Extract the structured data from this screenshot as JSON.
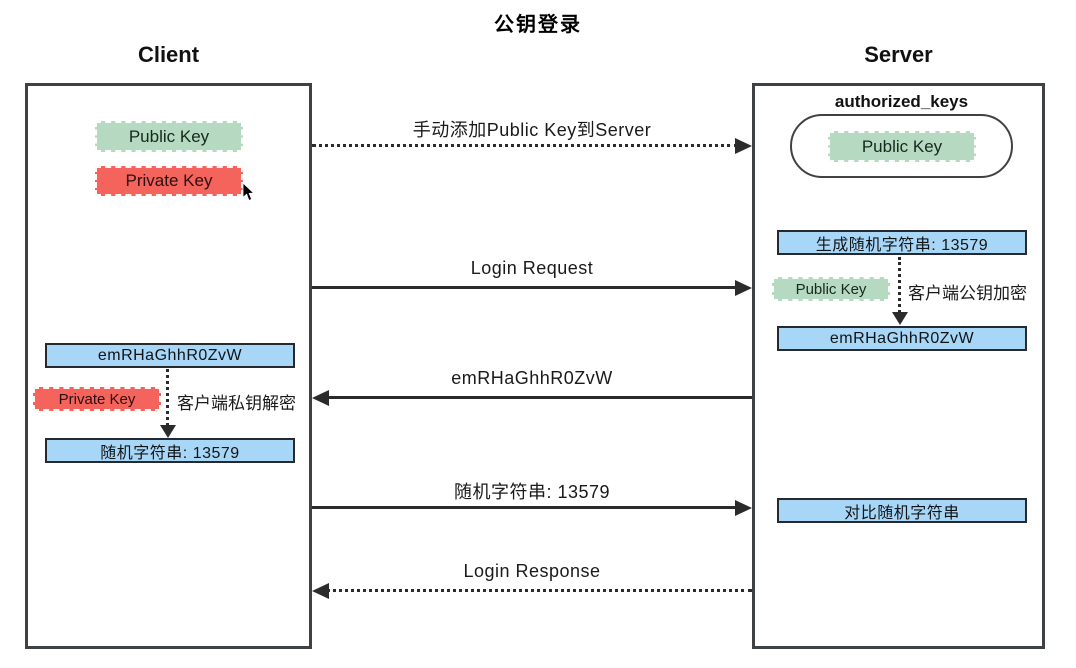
{
  "colors": {
    "green": "#b5dac1",
    "red": "#f4635c",
    "blue": "#a8d6f7",
    "line": "#2b2b2b",
    "box-border": "#3f4245"
  },
  "diagram": {
    "title": "公钥登录"
  },
  "client": {
    "heading": "Client",
    "public_key_label": "Public Key",
    "private_key_label": "Private Key",
    "received_cipher_text": "emRHaGhhR0ZvW",
    "decrypt_key_label": "Private Key",
    "decrypt_note": "客户端私钥解密",
    "decrypted_text": "随机字符串: 13579"
  },
  "server": {
    "heading": "Server",
    "authorized_keys_title": "authorized_keys",
    "stored_public_key_label": "Public Key",
    "generate_random_text": "生成随机字符串: 13579",
    "encrypt_key_label": "Public Key",
    "encrypt_note": "客户端公钥加密",
    "cipher_text": "emRHaGhhR0ZvW",
    "compare_text": "对比随机字符串"
  },
  "messages": [
    {
      "label": "手动添加Public Key到Server",
      "style": "dotted",
      "direction": "right"
    },
    {
      "label": "Login Request",
      "style": "solid",
      "direction": "right"
    },
    {
      "label": "emRHaGhhR0ZvW",
      "style": "solid",
      "direction": "left"
    },
    {
      "label": "随机字符串: 13579",
      "style": "solid",
      "direction": "right"
    },
    {
      "label": "Login Response",
      "style": "dotted",
      "direction": "left"
    }
  ]
}
